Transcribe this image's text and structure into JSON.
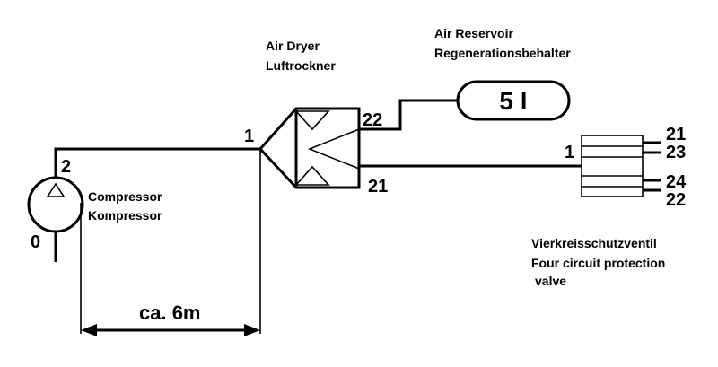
{
  "compressor": {
    "name_en": "Compressor",
    "name_de": "Kompressor",
    "port_out": "2",
    "port_in": "0"
  },
  "air_dryer": {
    "name_en": "Air Dryer",
    "name_de": "Luftrockner",
    "port_in": "1",
    "port_reservoir": "22",
    "port_valve": "21"
  },
  "reservoir": {
    "name_en": "Air Reservoir",
    "name_de": "Regenerationsbehalter",
    "volume": "5 l"
  },
  "valve": {
    "name_de": "Vierkreisschutzventil",
    "name_en_line1": "Four circuit protection",
    "name_en_line2": "valve",
    "port_in": "1",
    "outputs": [
      "21",
      "23",
      "24",
      "22"
    ]
  },
  "distance": {
    "label": "ca. 6m"
  }
}
